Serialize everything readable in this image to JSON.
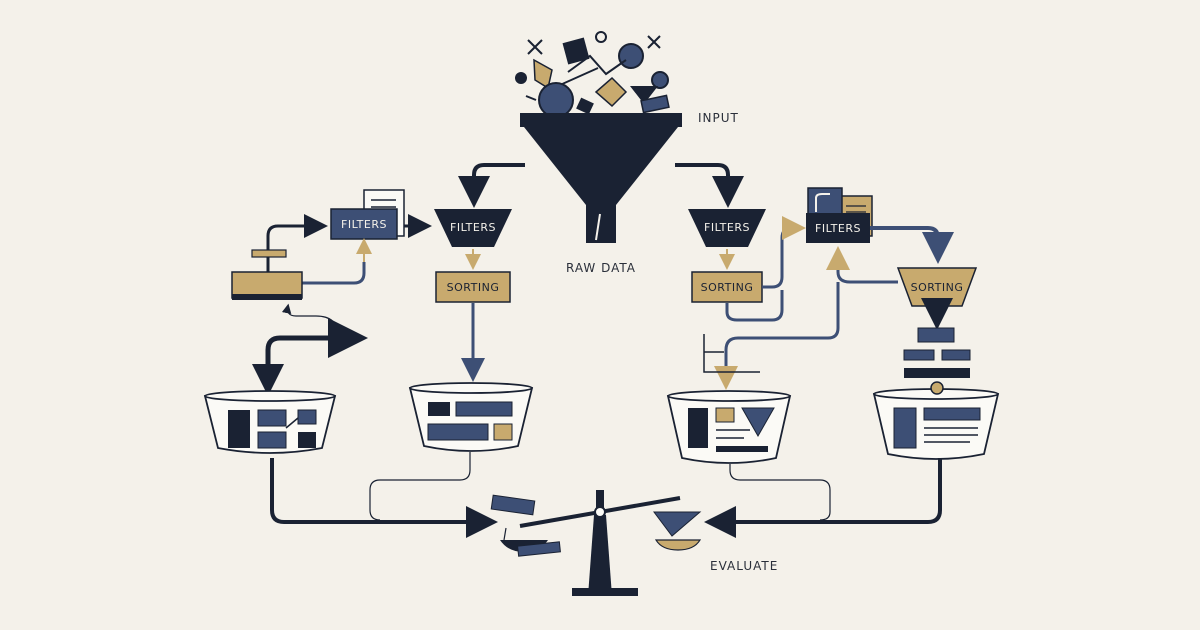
{
  "labels": {
    "input": "INPUT",
    "raw_data": "RAW DATA",
    "evaluate": "EVALUATE",
    "filters": "FILTERS",
    "sorting": "SORTING"
  },
  "colors": {
    "background": "#f4f1ea",
    "navy": "#1a2233",
    "slate": "#3d4f75",
    "gold": "#c8aa6e",
    "paper": "#fbfaf6",
    "line": "#1a2233"
  }
}
